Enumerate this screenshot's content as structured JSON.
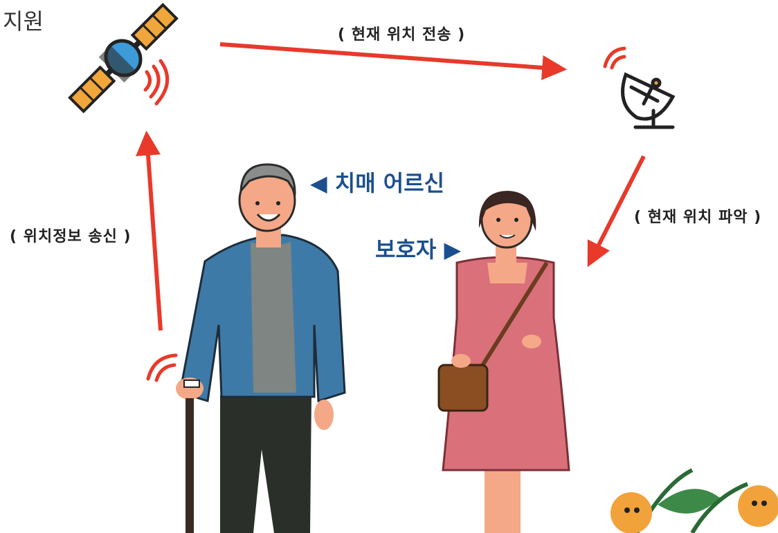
{
  "page": {
    "title_fragment": "지원"
  },
  "labels": {
    "transmit_current": "( 현재 위치 전송 )",
    "locate_current": "( 현재 위치 파악 )",
    "send_location": "( 위치정보 송신 )",
    "elder": "◀ 치매 어르신",
    "guardian": "보호자 ▶"
  },
  "colors": {
    "arrow": "#e8392a",
    "label_blue": "#1c4f8f",
    "signal": "#e8392a"
  }
}
